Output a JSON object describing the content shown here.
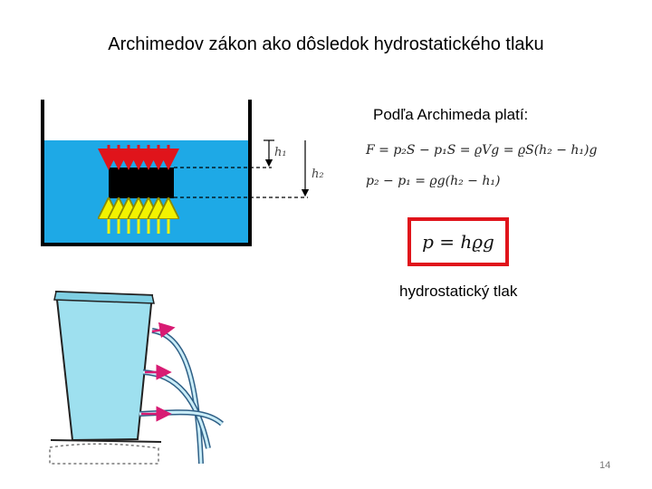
{
  "slide": {
    "title": "Archimedov zákon ako dôsledok hydrostatického tlaku",
    "intro": "Podľa Archimeda platí:",
    "equation_1": "F = p₂S − p₁S = ϱVg = ϱS(h₂ − h₁)g",
    "equation_2": "p₂ − p₁ = ϱg(h₂ − h₁)",
    "highlight_formula": "p = hϱg",
    "caption": "hydrostatický tlak",
    "page_number": "14"
  },
  "diagram": {
    "label_h1": "h₁",
    "label_h2": "h₂"
  },
  "colors": {
    "water": "#1ea9e6",
    "block": "#000000",
    "down_arrows": "#e0141b",
    "up_arrows": "#f2f200",
    "highlight_border": "#e0141b",
    "jet_arrows": "#d81b73",
    "bucket": "#9ee0ef"
  }
}
